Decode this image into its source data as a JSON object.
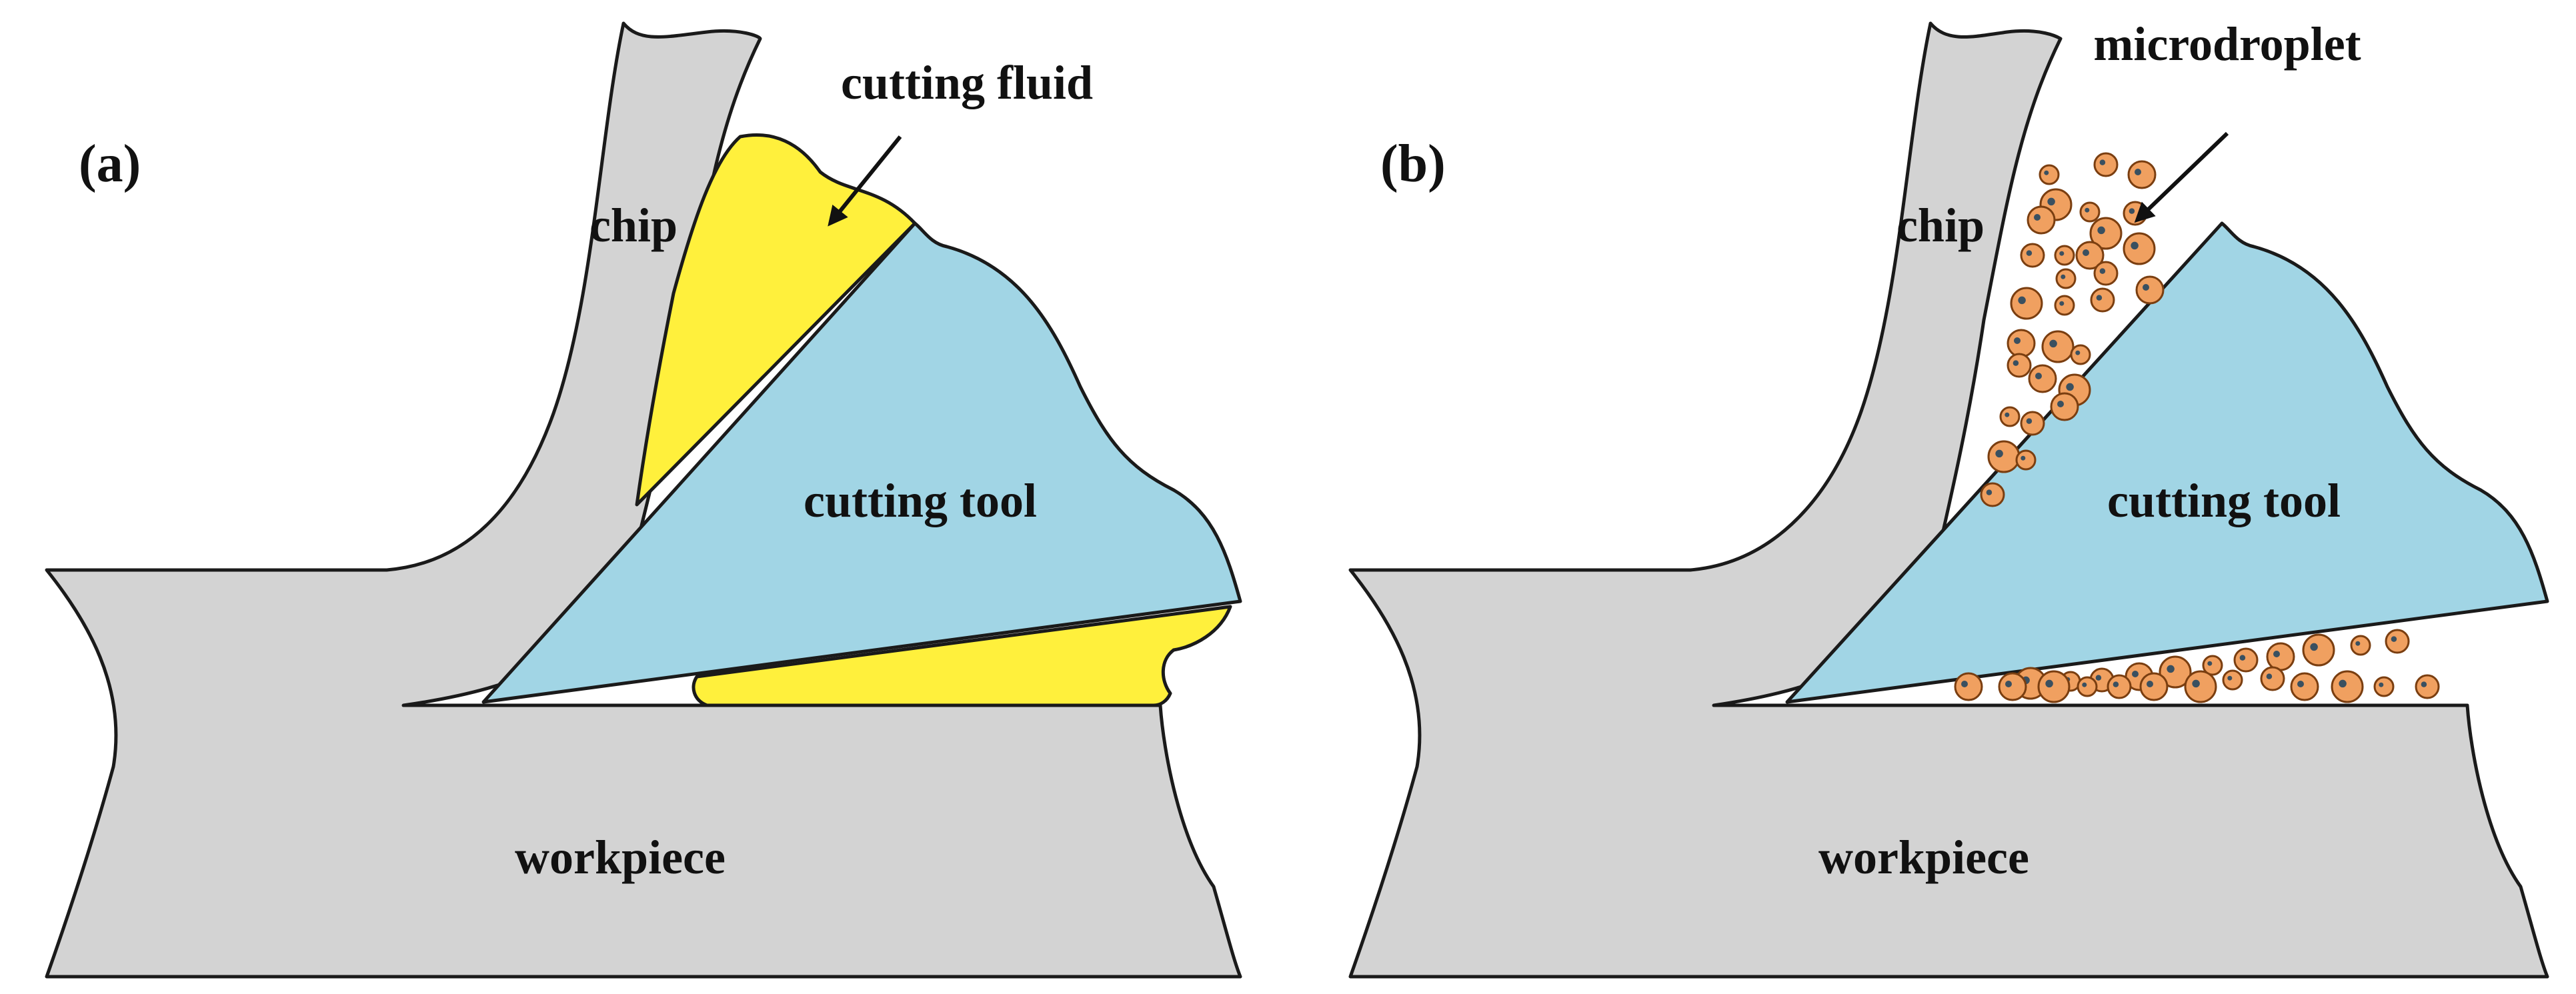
{
  "panels": [
    {
      "id": "a",
      "panel_label": "(a)",
      "labels": {
        "chip": "chip",
        "cutting_tool": "cutting tool",
        "workpiece": "workpiece",
        "medium": "cutting fluid"
      }
    },
    {
      "id": "b",
      "panel_label": "(b)",
      "labels": {
        "chip": "chip",
        "cutting_tool": "cutting tool",
        "workpiece": "workpiece",
        "medium": "microdroplet"
      }
    }
  ],
  "colors": {
    "chip_workpiece": "#d3d3d3",
    "cutting_tool": "#a1d5e5",
    "cutting_fluid": "#fff03c",
    "microdroplet": "#f0a060",
    "outline": "#1a1a1a"
  }
}
